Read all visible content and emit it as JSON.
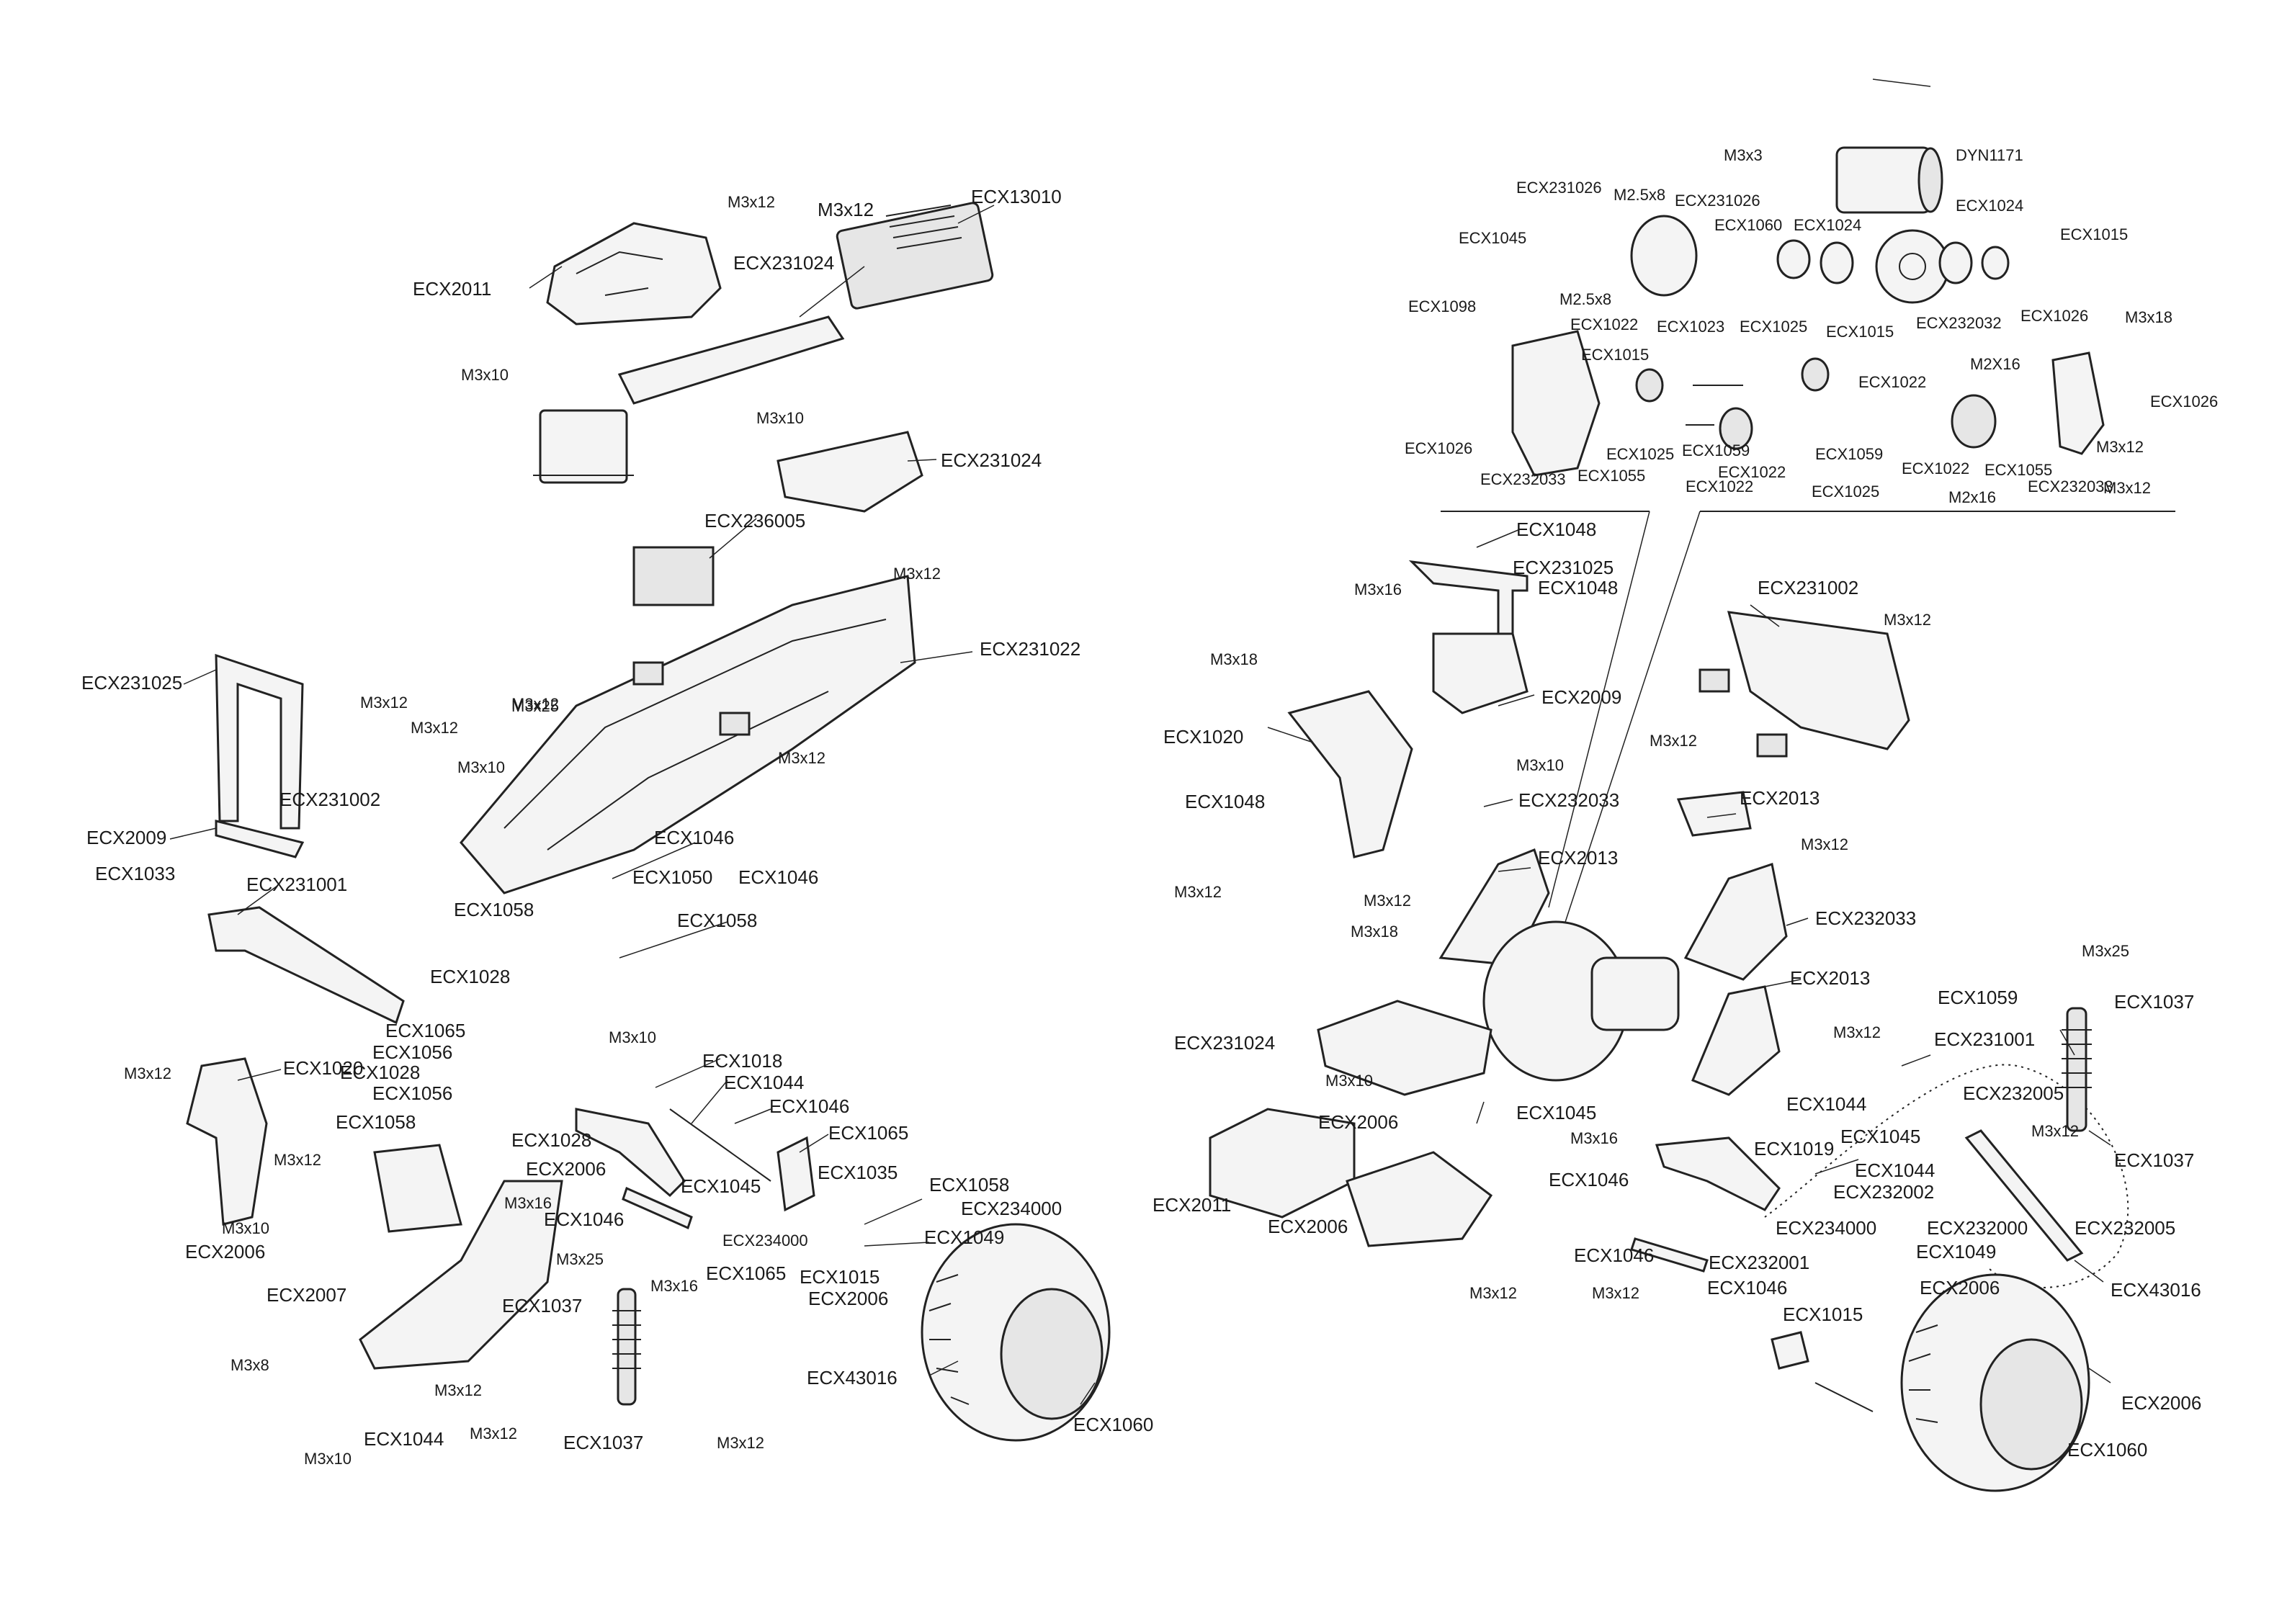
{
  "callouts": {
    "ECX2011": "ECX2011",
    "ECX13010": "ECX13010",
    "ECX231024": "ECX231024",
    "ECX236005": "ECX236005",
    "ECX231022": "ECX231022",
    "ECX231025": "ECX231025",
    "ECX2009": "ECX2009",
    "ECX1033": "ECX1033",
    "ECX231002": "ECX231002",
    "ECX231001": "ECX231001",
    "ECX1046": "ECX1046",
    "ECX1058": "ECX1058",
    "ECX1050": "ECX1050",
    "ECX1028": "ECX1028",
    "ECX1065": "ECX1065",
    "ECX1056": "ECX1056",
    "ECX1020": "ECX1020",
    "ECX1018": "ECX1018",
    "ECX1044": "ECX1044",
    "ECX1045": "ECX1045",
    "ECX1035": "ECX1035",
    "ECX234000": "ECX234000",
    "ECX1049": "ECX1049",
    "ECX1015": "ECX1015",
    "ECX2006": "ECX2006",
    "ECX2007": "ECX2007",
    "ECX1037": "ECX1037",
    "ECX43016": "ECX43016",
    "ECX1060": "ECX1060",
    "ECX1048": "ECX1048",
    "ECX2013": "ECX2013",
    "ECX232033": "ECX232033",
    "ECX1019": "ECX1019",
    "ECX232001": "ECX232001",
    "ECX232002": "ECX232002",
    "ECX232000": "ECX232000",
    "ECX232005": "ECX232005",
    "ECX1059": "ECX1059",
    "DYN1171": "DYN1171",
    "ECX1024": "ECX1024",
    "ECX1022": "ECX1022",
    "ECX1023": "ECX1023",
    "ECX1025": "ECX1025",
    "ECX1026": "ECX1026",
    "ECX1055": "ECX1055",
    "ECX1098": "ECX1098",
    "ECX232032": "ECX232032",
    "ECX231026": "ECX231026"
  },
  "fasteners": {
    "m3x12": "M3x12",
    "m3x10": "M3x10",
    "m3x16": "M3x16",
    "m3x18": "M3x18",
    "m3x25": "M3x25",
    "m3x8": "M3x8",
    "m3x3": "M3x3",
    "m25x8": "M2.5x8",
    "m2x16": "M2x16",
    "m2X16": "M2X16"
  }
}
